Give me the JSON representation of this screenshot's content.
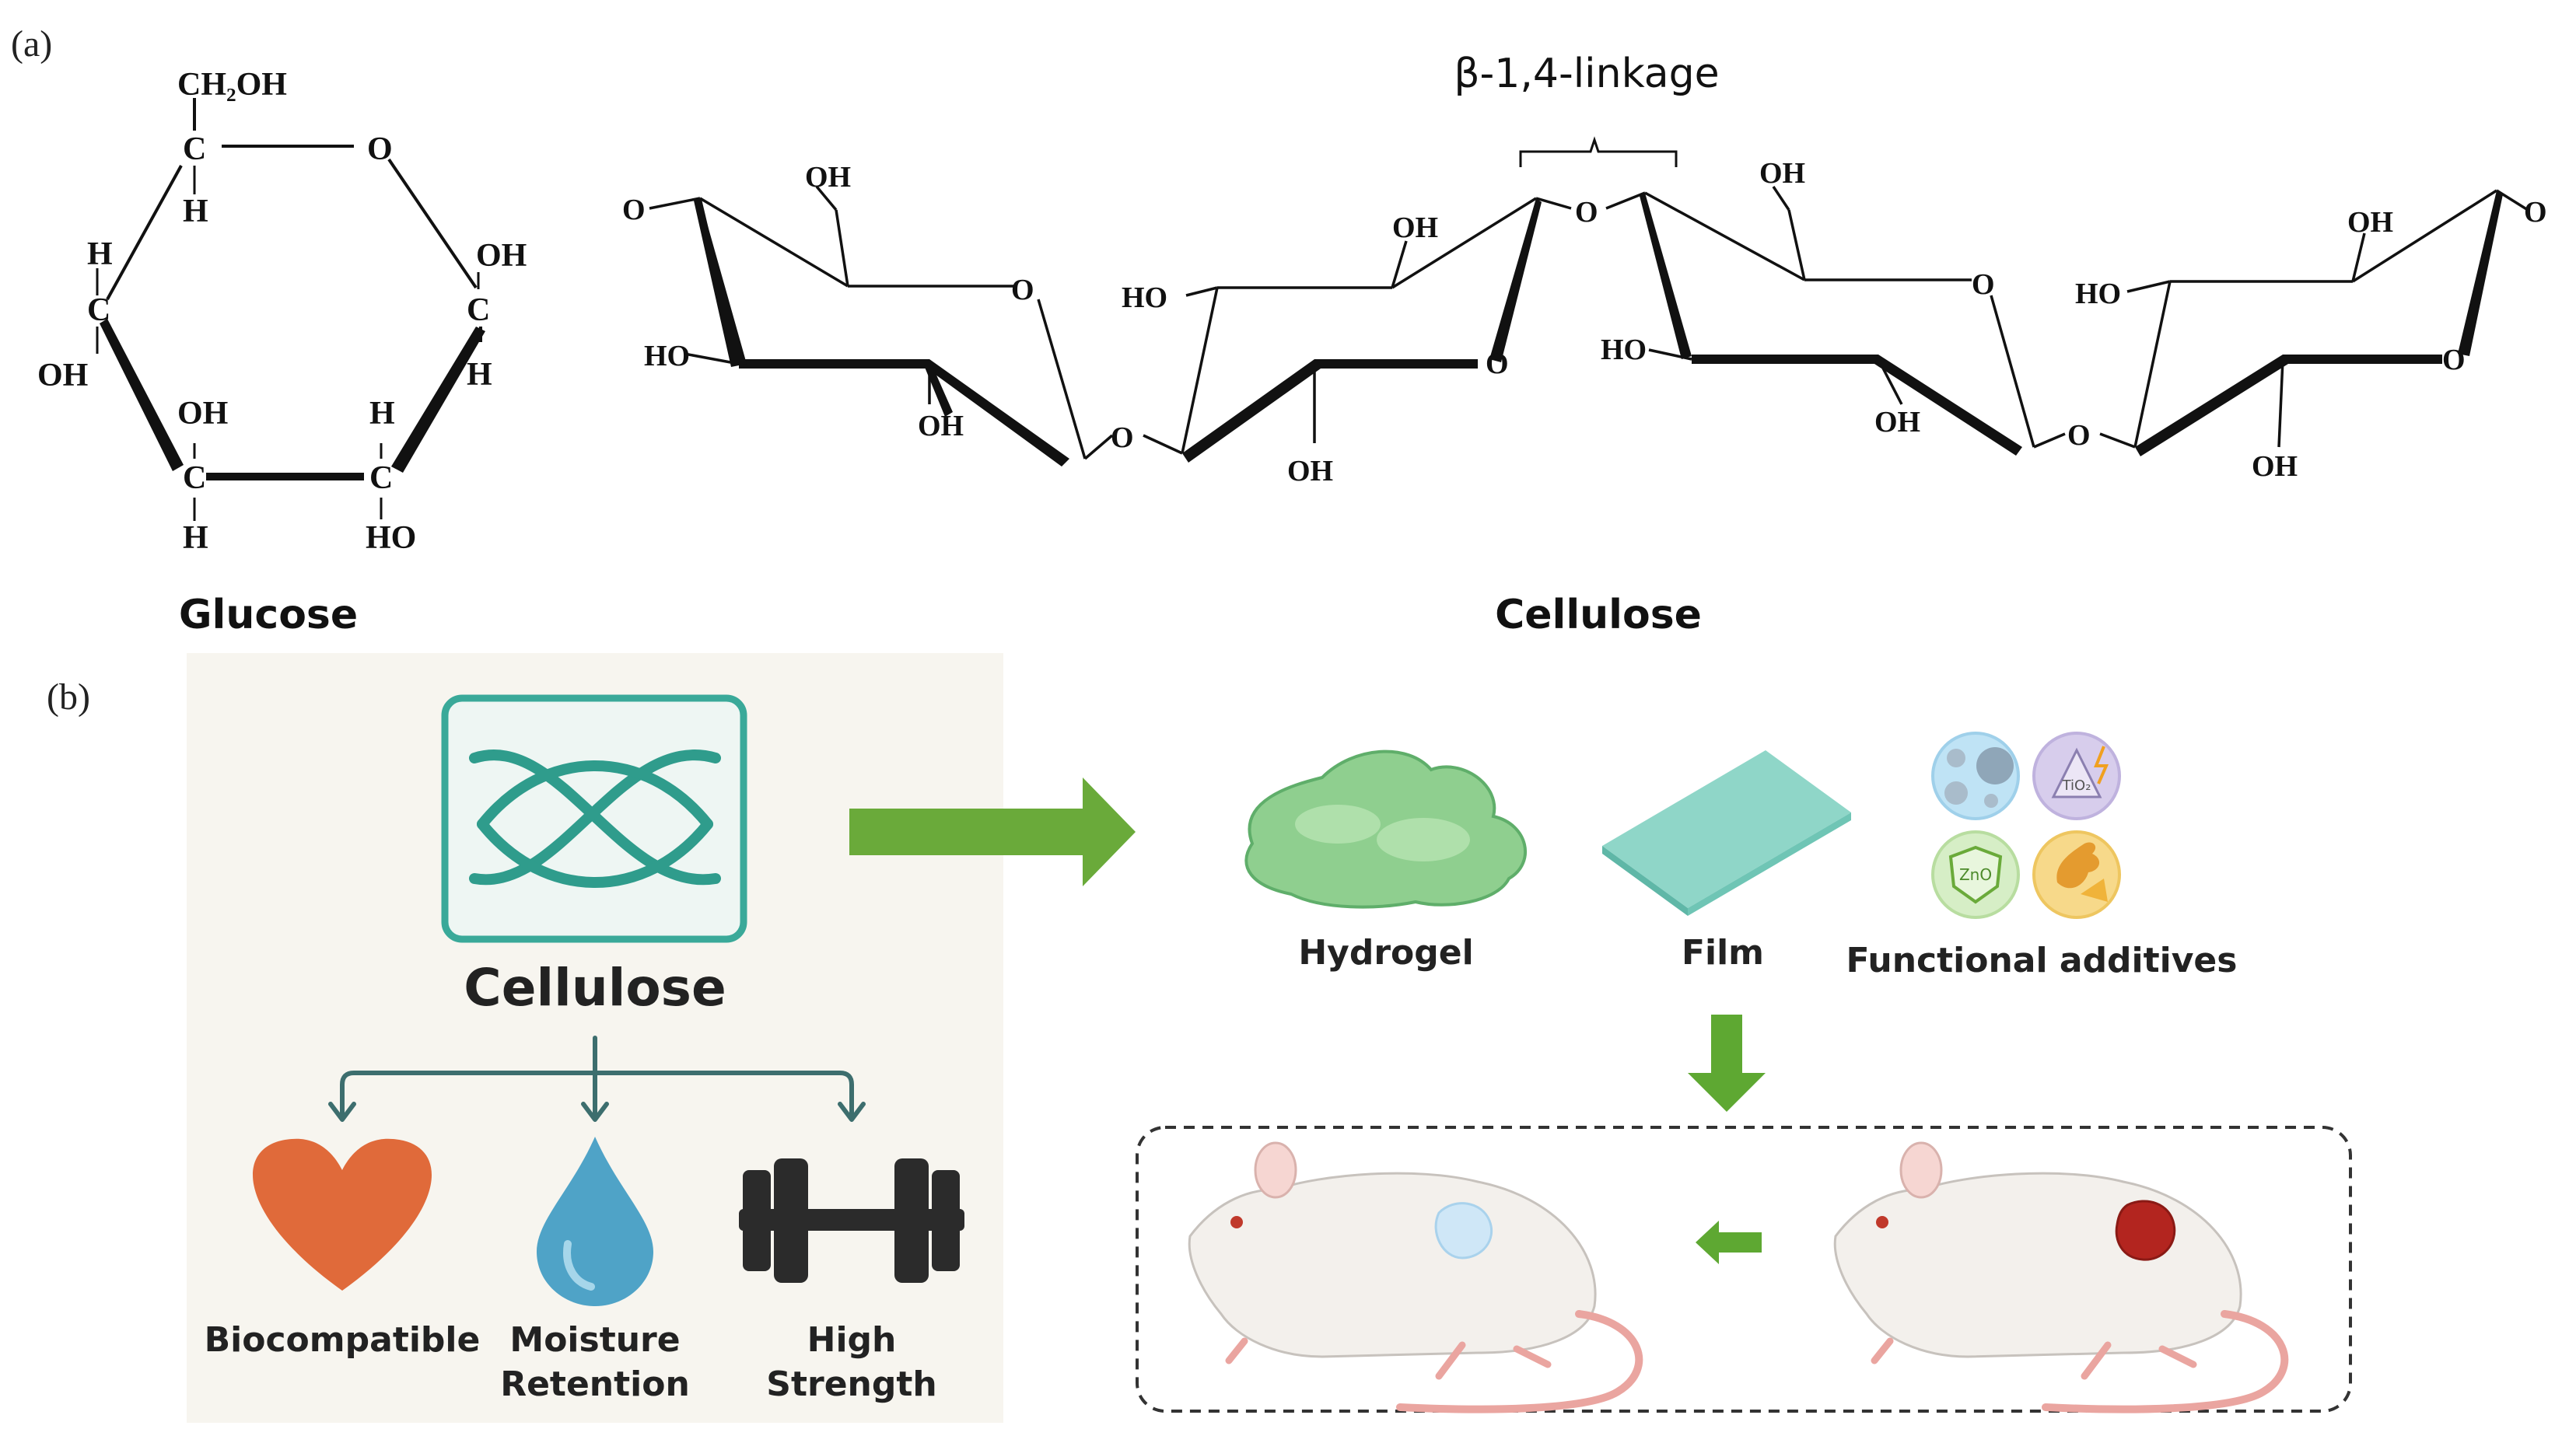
{
  "panel_a": {
    "label": "(a)",
    "glucose": {
      "name": "Glucose",
      "atoms": {
        "ch2oh": "CH₂OH",
        "o_ring": "O",
        "c": "C",
        "h": "H",
        "oh": "OH",
        "ho": "HO"
      }
    },
    "cellulose": {
      "name": "Cellulose",
      "linkage": "β-1,4-linkage",
      "atoms": {
        "o": "O",
        "oh": "OH",
        "ho": "HO"
      }
    }
  },
  "panel_b": {
    "label": "(b)",
    "cellulose_title": "Cellulose",
    "properties": [
      {
        "label_line1": "Biocompatible",
        "label_line2": "",
        "icon": "heart-icon"
      },
      {
        "label_line1": "Moisture",
        "label_line2": "Retention",
        "icon": "water-drop-icon"
      },
      {
        "label_line1": "High",
        "label_line2": "Strength",
        "icon": "dumbbell-icon"
      }
    ],
    "forms": [
      {
        "label": "Hydrogel",
        "icon": "hydrogel-icon"
      },
      {
        "label": "Film",
        "icon": "film-icon"
      },
      {
        "label": "Functional additives",
        "icon": "additives-icon"
      }
    ],
    "additives": {
      "tio2": "TiO₂",
      "zno": "ZnO"
    },
    "colors": {
      "teal": "#2f9c8c",
      "green_arrow": "#6aaa3a",
      "heart": "#e06a3a",
      "drop": "#4fa3c7",
      "wound": "#b3251f",
      "healed_patch": "#cfe7f7"
    }
  }
}
